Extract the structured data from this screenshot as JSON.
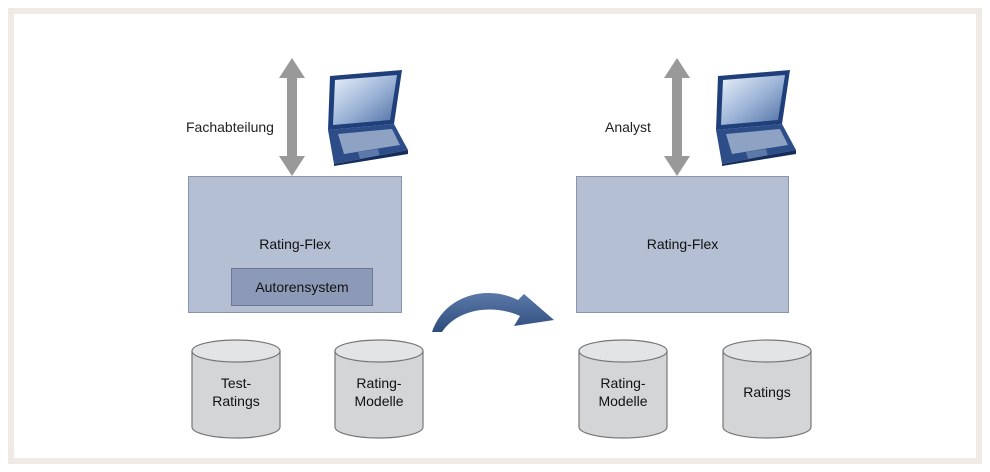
{
  "left": {
    "role_label": "Fachabteilung",
    "system_title": "Rating-Flex",
    "subsystem_label": "Autorensystem",
    "db1": {
      "line1": "Test-",
      "line2": "Ratings"
    },
    "db2": {
      "line1": "Rating-",
      "line2": "Modelle"
    }
  },
  "right": {
    "role_label": "Analyst",
    "system_title": "Rating-Flex",
    "db1": {
      "line1": "Rating-",
      "line2": "Modelle"
    },
    "db2": {
      "line1": "Ratings",
      "line2": ""
    }
  },
  "icons": {
    "laptop": "laptop-icon",
    "updown_arrow": "double-arrow-icon",
    "transfer_arrow": "curved-arrow-icon"
  },
  "colors": {
    "box_fill": "#b4bfd3",
    "subbox_fill": "#8d9ab7",
    "arrow_gray": "#999999",
    "curved_arrow": "#3f5e8c",
    "cylinder_fill": "#d4d5d7"
  }
}
